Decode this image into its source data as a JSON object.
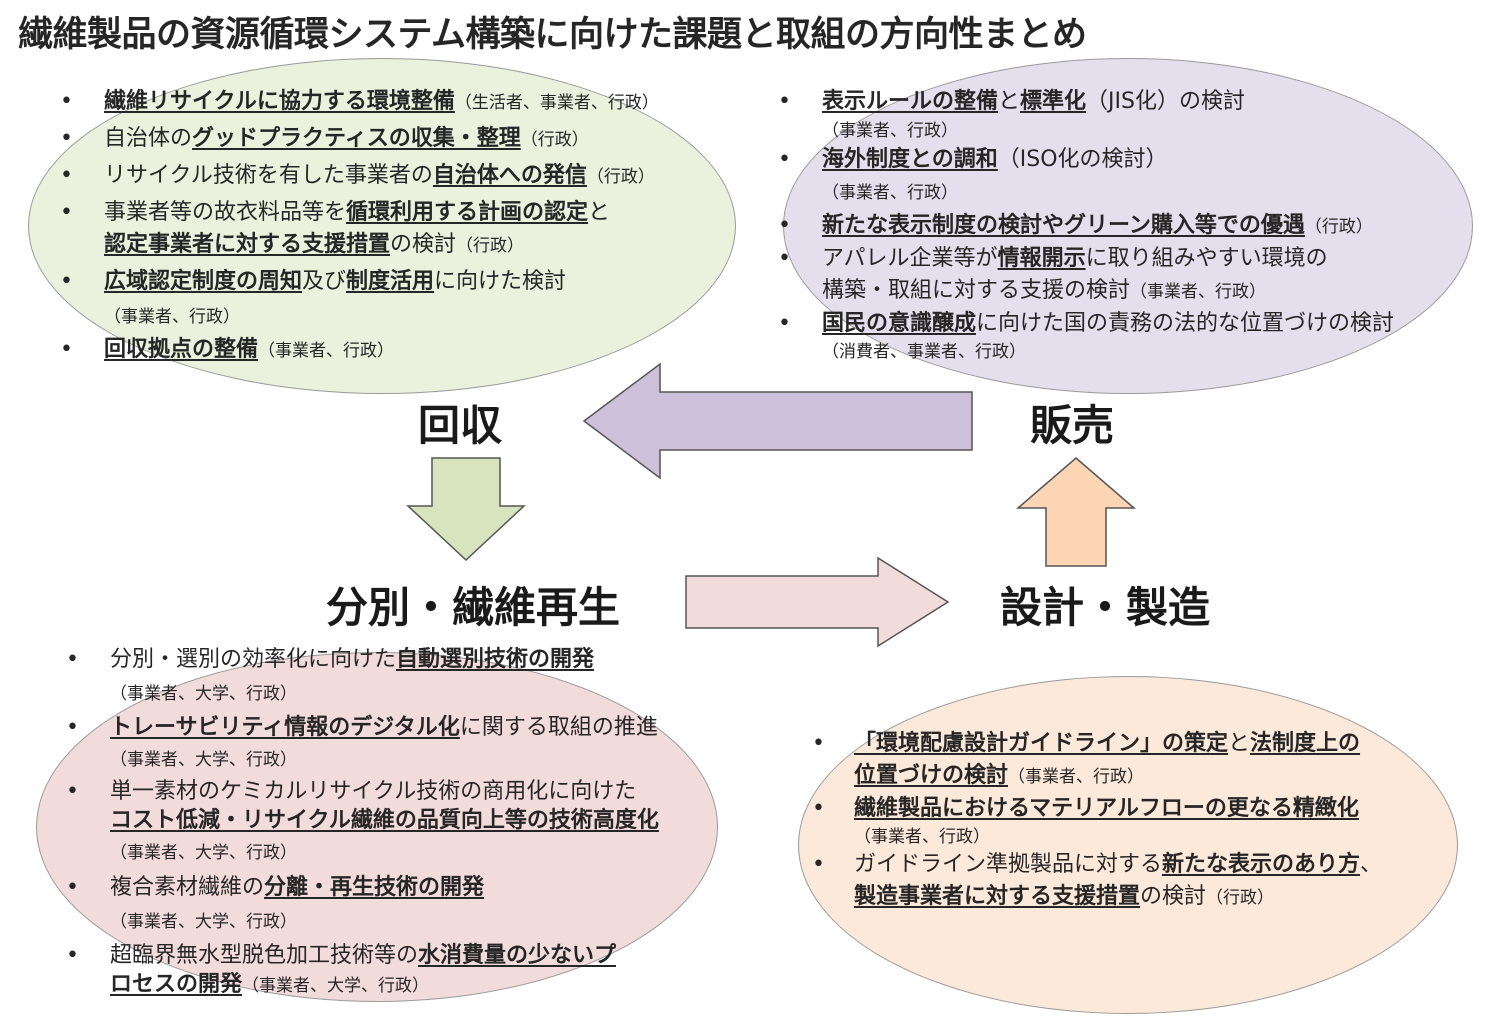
{
  "title": "繊維製品の資源循環システム構築に向けた課題と取組の方向性まとめ",
  "stages": {
    "collection": "回収",
    "sorting": "分別・繊維再生",
    "design": "設計・製造",
    "sales": "販売"
  },
  "colors": {
    "collection": "#ebf1dd",
    "sales": "#e4dfec",
    "sorting": "#f2dcdb",
    "design": "#fde9d9"
  },
  "collection_items": [
    {
      "a": "繊維リサイクルに協力する環境整備",
      "b": "（生活者、事業者、行政）"
    },
    {
      "a": "自治体の",
      "b": "グッドプラクティスの収集・整理",
      "c": "（行政）"
    },
    {
      "a": "リサイクル技術を有した事業者の",
      "b": "自治体への発信",
      "c": "（行政）"
    },
    {
      "a": "事業者等の故衣料品等を",
      "b": "循環利用する計画の認定",
      "c": "と",
      "d": "認定事業者に対する支援措置",
      "e": "の検討",
      "f": "（行政）"
    },
    {
      "a": "広域認定制度の周知",
      "b": "及び",
      "c": "制度活用",
      "d": "に向けた検討",
      "e": "（事業者、行政）"
    },
    {
      "a": "回収拠点の整備",
      "b": "（事業者、行政）"
    }
  ],
  "sales_items": [
    {
      "a": "表示ルールの整備",
      "b": "と",
      "c": "標準化",
      "d": "（JIS化）の検討",
      "e": "（事業者、行政）"
    },
    {
      "a": "海外制度との調和",
      "b": "（ISO化の検討）",
      "c": "（事業者、行政）"
    },
    {
      "a": "新たな表示制度の検討やグリーン購入等での優遇",
      "b": "（行政）"
    },
    {
      "a": "アパレル企業等が",
      "b": "情報開示",
      "c": "に取り組みやすい環境の",
      "d": "構築・取組に対する支援の検討",
      "e": "（事業者、行政）"
    },
    {
      "a": "国民の意識醸成",
      "b": "に向けた国の責務の法的な位置づけの検討",
      "c": "（消費者、事業者、行政）"
    }
  ],
  "sorting_items": [
    {
      "a": "分別・選別の効率化に向けた",
      "b": "自動選別技術の開発",
      "c": "（事業者、大学、行政）"
    },
    {
      "a": "トレーサビリティ情報のデジタル化",
      "b": "に関する取組の推進",
      "c": "（事業者、大学、行政）"
    },
    {
      "a": "単一素材のケミカルリサイクル技術の商用化に向けた",
      "b": "コスト低減・リサイクル繊維の品質向上等の技術高度化",
      "c": "（事業者、大学、行政）"
    },
    {
      "a": "複合素材繊維の",
      "b": "分離・再生技術の開発",
      "c": "（事業者、大学、行政）"
    },
    {
      "a": "超臨界無水型脱色加工技術等の",
      "b": "水消費量の少ないプ",
      "c": "ロセスの開発",
      "d": "（事業者、大学、行政）"
    }
  ],
  "design_items": [
    {
      "a": "「環境配慮設計ガイドライン」の策定",
      "b": "と",
      "c": "法制度上の",
      "d": "位置づけの検討",
      "e": "（事業者、行政）"
    },
    {
      "a": "繊維製品におけるマテリアルフローの更なる精緻化",
      "b": "（事業者、行政）"
    },
    {
      "a": "ガイドライン準拠製品に対する",
      "b": "新たな表示のあり方",
      "c": "、",
      "d": "製造事業者に対する支援措置",
      "e": "の検討",
      "f": "（行政）"
    }
  ]
}
